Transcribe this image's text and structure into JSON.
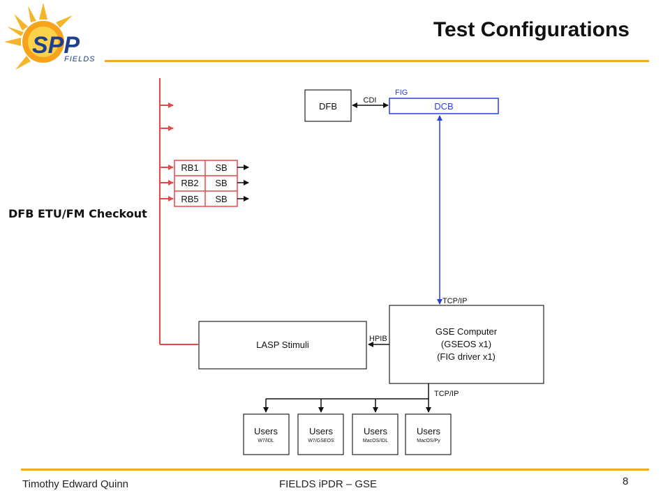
{
  "logo": {
    "text_top": "SPP",
    "text_bottom": "FIELDS"
  },
  "title": "Test Configurations",
  "side_label": "DFB ETU/FM Checkout",
  "footer": {
    "author": "Timothy Edward Quinn",
    "center": "FIELDS iPDR – GSE",
    "page": "8"
  },
  "diagram": {
    "dfb": "DFB",
    "dcb": "DCB",
    "cdi": "CDI",
    "fig": "FIG",
    "rb": [
      "RB1",
      "RB2",
      "RB5"
    ],
    "sb": [
      "SB",
      "SB",
      "SB"
    ],
    "tcpip_top": "TCP/IP",
    "gse": [
      "GSE Computer",
      "(GSEOS x1)",
      "(FIG driver x1)"
    ],
    "hpib": "HPIB",
    "lasp": "LASP Stimuli",
    "tcpip_bottom": "TCP/IP",
    "users": [
      {
        "name": "Users",
        "sub": "W7/IDL"
      },
      {
        "name": "Users",
        "sub": "W7/GSEOS"
      },
      {
        "name": "Users",
        "sub": "MacOS/IDL"
      },
      {
        "name": "Users",
        "sub": "MacOS/Py"
      }
    ]
  },
  "colors": {
    "accent": "#f7a81e",
    "red_path": "#e8474a",
    "blue_path": "#2a3fe0"
  }
}
